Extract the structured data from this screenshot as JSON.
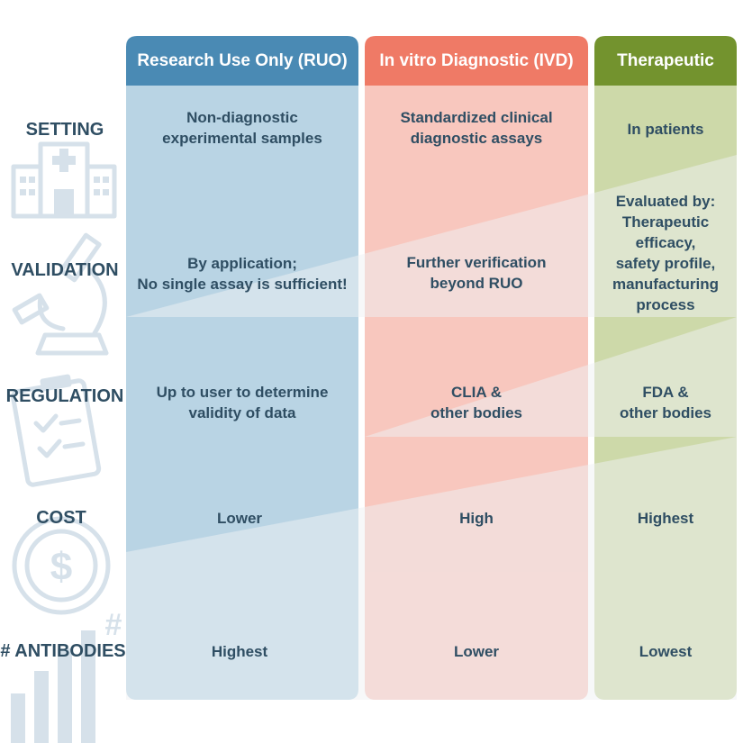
{
  "columns": [
    {
      "id": "ruo",
      "title": "Research Use Only (RUO)",
      "header_color": "#4a8ab4",
      "body_color": "#b9d4e4"
    },
    {
      "id": "ivd",
      "title": "In vitro Diagnostic (IVD)",
      "header_color": "#ef7a66",
      "body_color": "#f8c7be"
    },
    {
      "id": "ther",
      "title": "Therapeutic",
      "header_color": "#73932e",
      "body_color": "#cdd9a9"
    }
  ],
  "rows": [
    {
      "id": "setting",
      "label": "SETTING",
      "icon": "hospital-icon",
      "cells": [
        [
          "Non-diagnostic",
          "experimental samples"
        ],
        [
          "Standardized clinical",
          "diagnostic assays"
        ],
        [
          "In patients"
        ]
      ]
    },
    {
      "id": "validation",
      "label": "VALIDATION",
      "icon": "microscope-icon",
      "cells": [
        [
          "By application;",
          "No single assay is sufficient!"
        ],
        [
          "Further verification",
          "beyond RUO"
        ],
        [
          "Evaluated by:",
          "Therapeutic",
          "efficacy,",
          "safety profile,",
          "manufacturing",
          "process"
        ]
      ]
    },
    {
      "id": "regulation",
      "label": "REGULATION",
      "icon": "clipboard-icon",
      "cells": [
        [
          "Up to user to determine",
          "validity of data"
        ],
        [
          "CLIA &",
          "other bodies"
        ],
        [
          "FDA &",
          "other bodies"
        ]
      ]
    },
    {
      "id": "cost",
      "label": "COST",
      "icon": "dollar-coin-icon",
      "cells": [
        [
          "Lower"
        ],
        [
          "High"
        ],
        [
          "Highest"
        ]
      ]
    },
    {
      "id": "antibodies",
      "label": "# ANTIBODIES",
      "icon": "bar-chart-hash-icon",
      "cells": [
        [
          "Highest"
        ],
        [
          "Lower"
        ],
        [
          "Lowest"
        ]
      ]
    }
  ]
}
